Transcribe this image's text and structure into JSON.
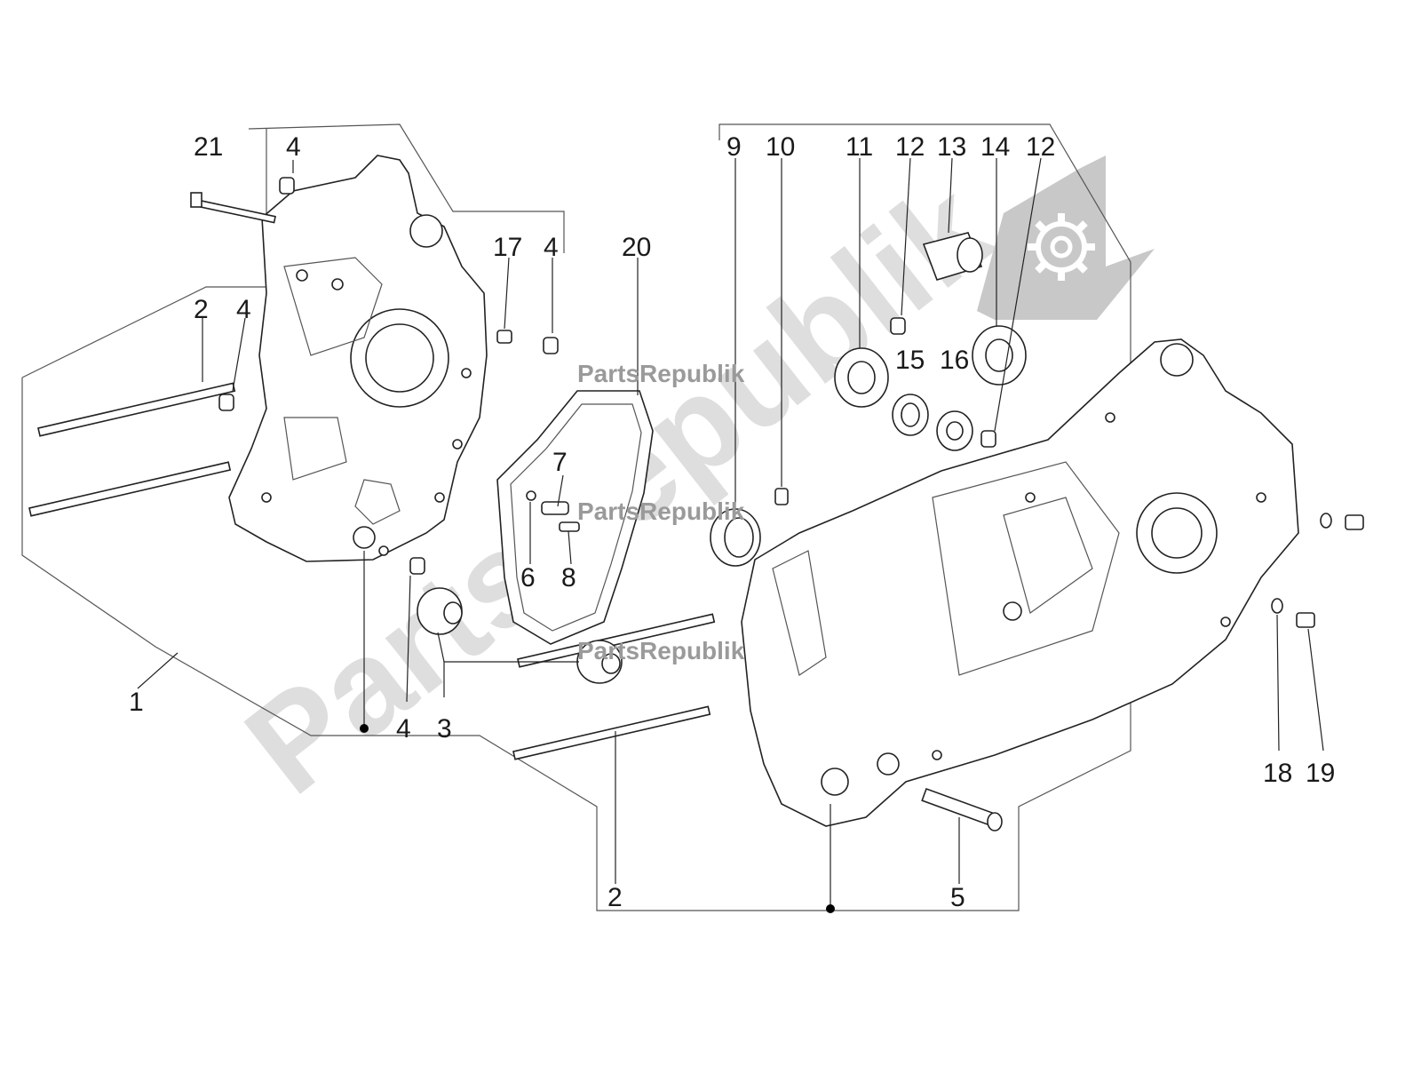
{
  "watermark": {
    "brand": "PartsRepublik",
    "big_text": "PartsRepublik"
  },
  "callouts": [
    {
      "id": "c21a",
      "label": "21"
    },
    {
      "id": "c4a",
      "label": "4"
    },
    {
      "id": "c17",
      "label": "17"
    },
    {
      "id": "c4b",
      "label": "4"
    },
    {
      "id": "c20",
      "label": "20"
    },
    {
      "id": "c2a",
      "label": "2"
    },
    {
      "id": "c4c",
      "label": "4"
    },
    {
      "id": "c9",
      "label": "9"
    },
    {
      "id": "c10",
      "label": "10"
    },
    {
      "id": "c11",
      "label": "11"
    },
    {
      "id": "c12a",
      "label": "12"
    },
    {
      "id": "c13",
      "label": "13"
    },
    {
      "id": "c14",
      "label": "14"
    },
    {
      "id": "c12b",
      "label": "12"
    },
    {
      "id": "c15",
      "label": "15"
    },
    {
      "id": "c16",
      "label": "16"
    },
    {
      "id": "c7",
      "label": "7"
    },
    {
      "id": "c6",
      "label": "6"
    },
    {
      "id": "c8",
      "label": "8"
    },
    {
      "id": "c1",
      "label": "1"
    },
    {
      "id": "c4d",
      "label": "4"
    },
    {
      "id": "c3",
      "label": "3"
    },
    {
      "id": "c2b",
      "label": "2"
    },
    {
      "id": "c5",
      "label": "5"
    },
    {
      "id": "c18",
      "label": "18"
    },
    {
      "id": "c19",
      "label": "19"
    }
  ],
  "colors": {
    "line": "#222222",
    "watermark": "#c4c4c4",
    "logo_bg": "#bdbdbd"
  }
}
